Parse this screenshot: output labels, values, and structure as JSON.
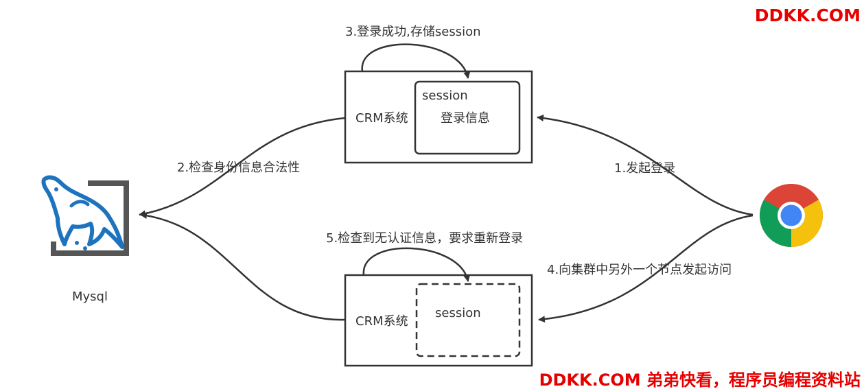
{
  "watermark": {
    "top": "DDKK.COM",
    "bottom": "DDKK.COM 弟弟快看，程序员编程资料站",
    "color": "#e60000"
  },
  "nodes": {
    "crm_top": {
      "label": "CRM系统",
      "session_title": "session",
      "session_content": "登录信息"
    },
    "crm_bottom": {
      "label": "CRM系统",
      "session_title": "session"
    },
    "mysql": {
      "label": "Mysql",
      "icon": "mysql-dolphin-icon"
    },
    "browser": {
      "icon": "chrome-icon"
    }
  },
  "edges": {
    "step1": "1.发起登录",
    "step2": "2.检查身份信息合法性",
    "step3": "3.登录成功,存储session",
    "step4": "4.向集群中另外一个节点发起访问",
    "step5": "5.检查到无认证信息，要求重新登录"
  },
  "colors": {
    "stroke": "#333333",
    "mysql_blue": "#1e73be",
    "mysql_gray": "#555555",
    "chrome_red": "#db4437",
    "chrome_yellow": "#f4c20d",
    "chrome_green": "#0f9d58",
    "chrome_blue": "#4285f4"
  }
}
